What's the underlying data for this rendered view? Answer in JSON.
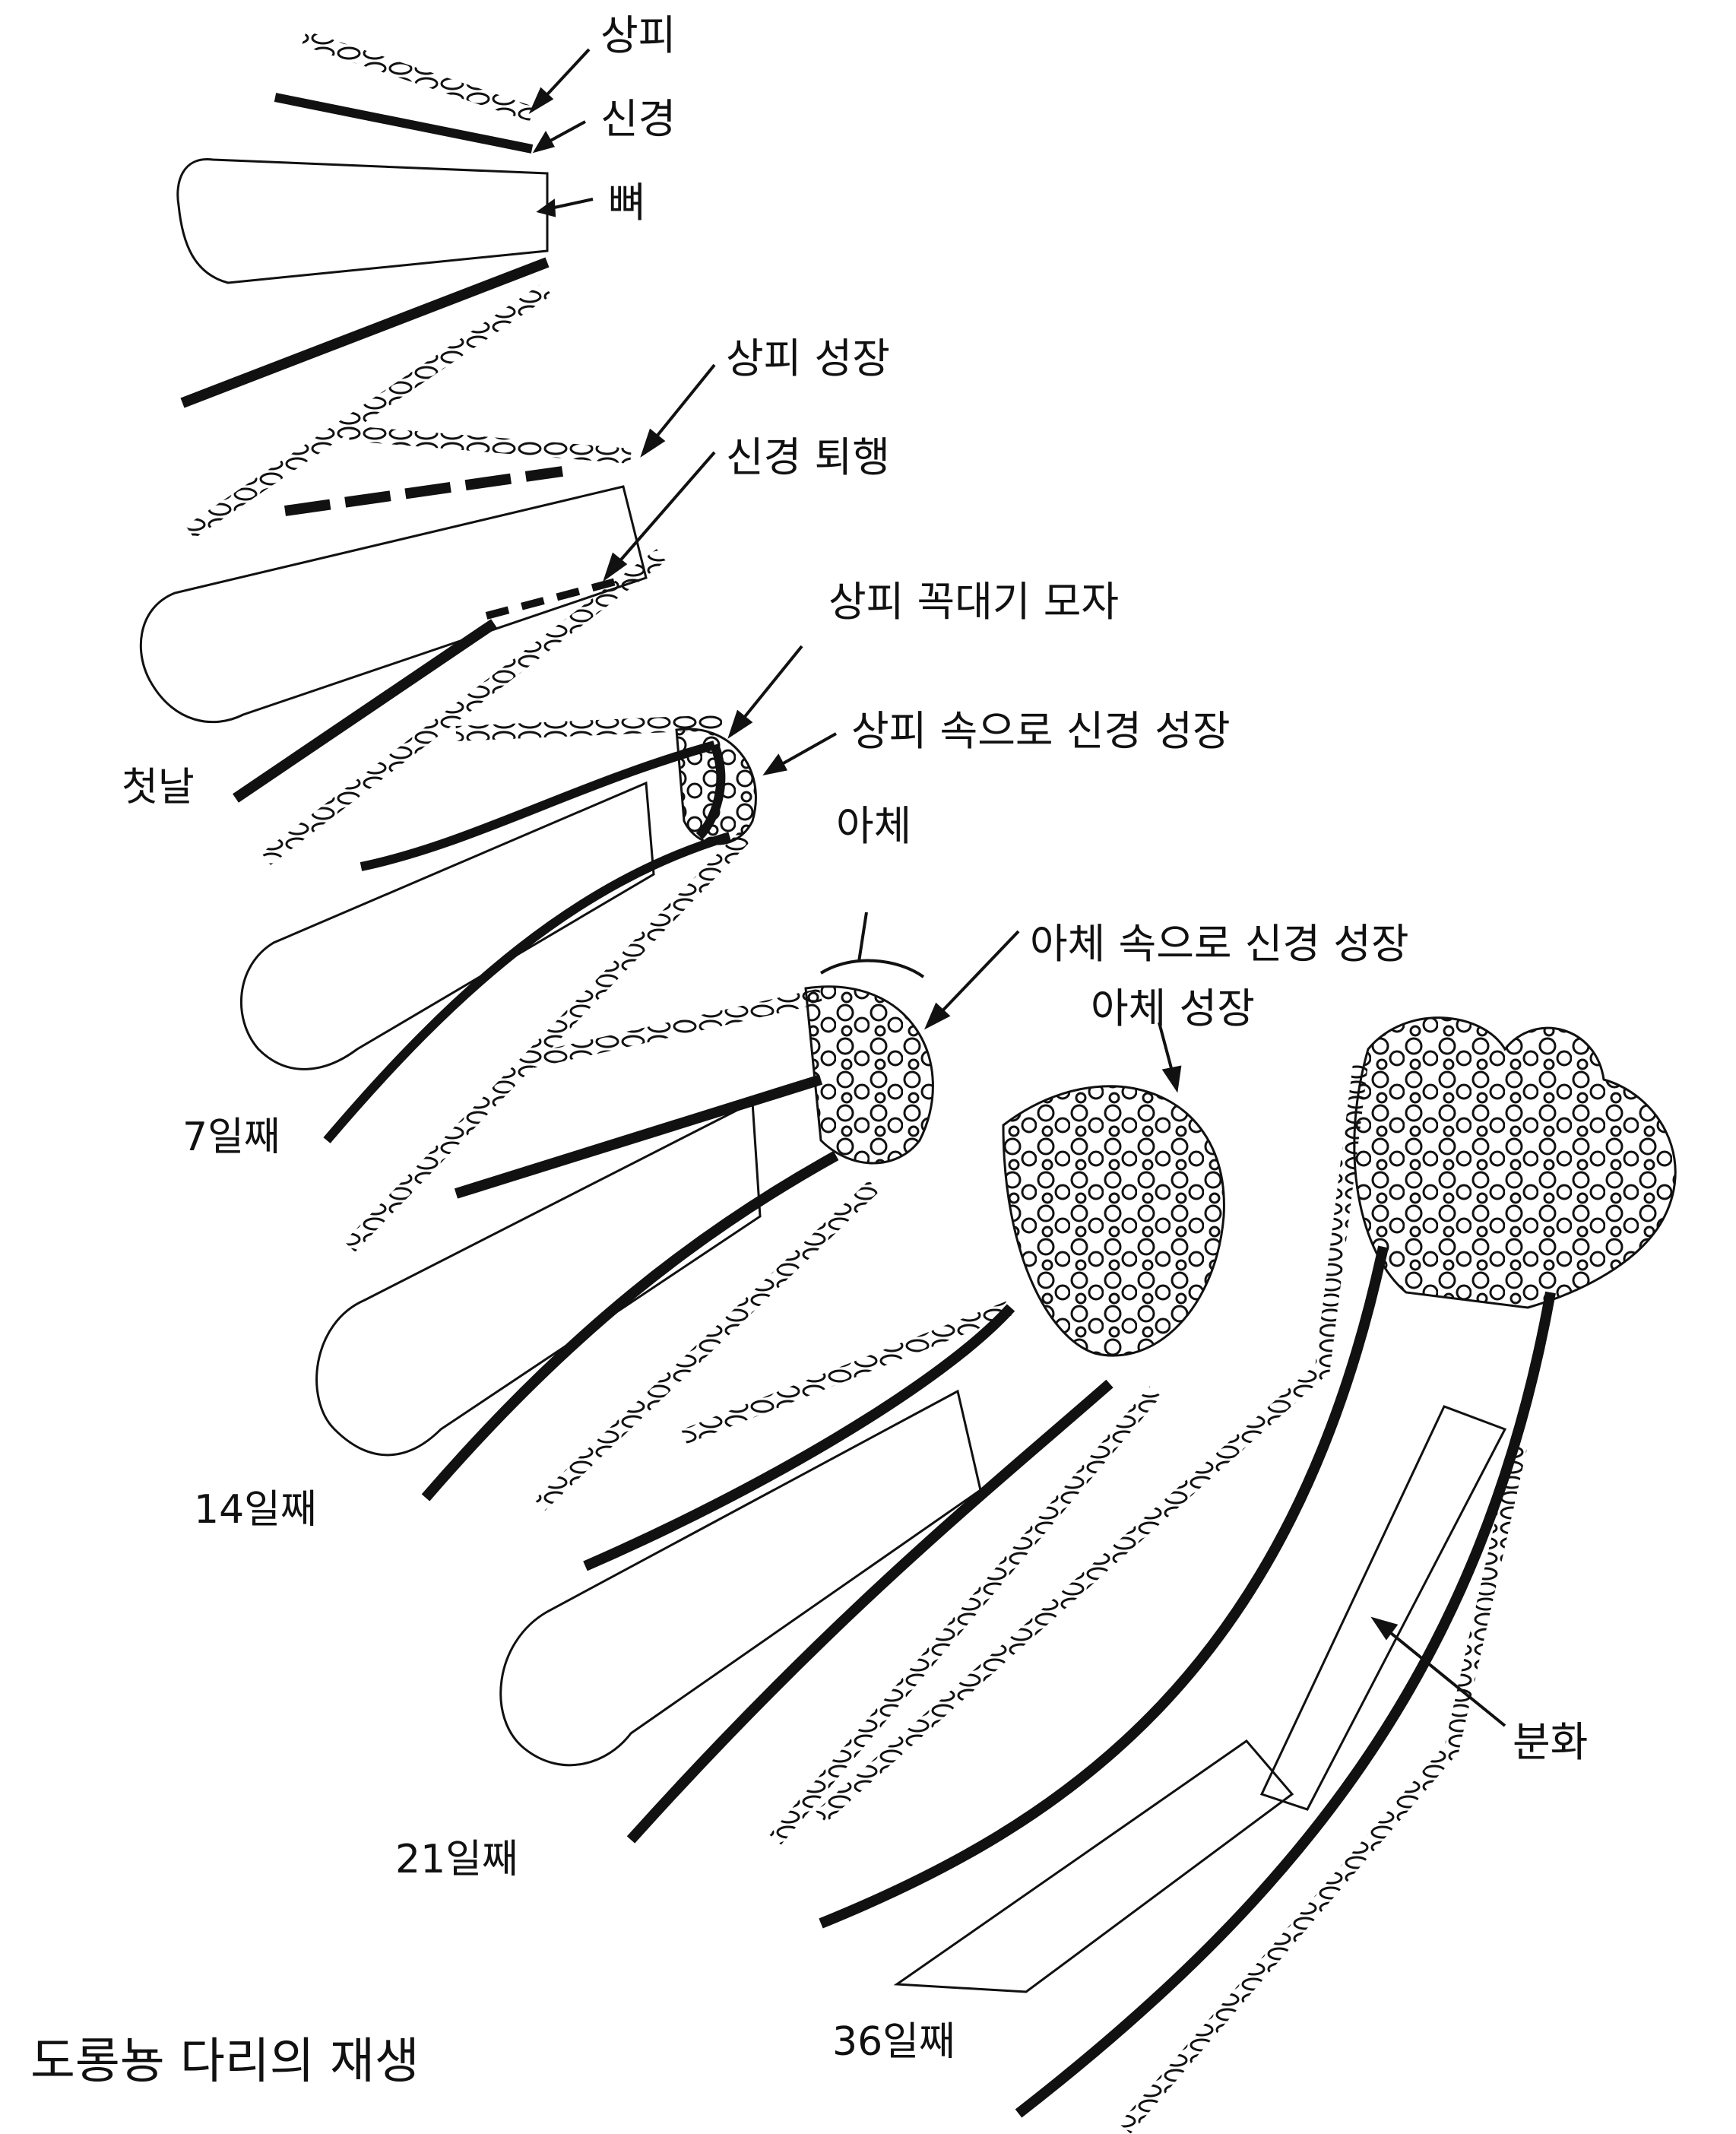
{
  "title": "도롱뇽 다리의 재생",
  "stage_labels": {
    "day1": "첫날",
    "day7": "7일째",
    "day14": "14일째",
    "day21": "21일째",
    "day36": "36일째"
  },
  "part_labels": {
    "epidermis": "상피",
    "nerve": "신경",
    "bone": "뼈",
    "epidermis_growth": "상피 성장",
    "nerve_regression": "신경 퇴행",
    "epidermal_cap": "상피 꼭대기 모자",
    "nerve_into_epidermis": "상피 속으로 신경 성장",
    "blastema": "아체",
    "nerve_into_blastema": "아체 속으로 신경 성장",
    "blastema_growth": "아체 성장",
    "differentiation": "분화"
  },
  "colors": {
    "ink": "#111111",
    "paper": "#ffffff"
  }
}
